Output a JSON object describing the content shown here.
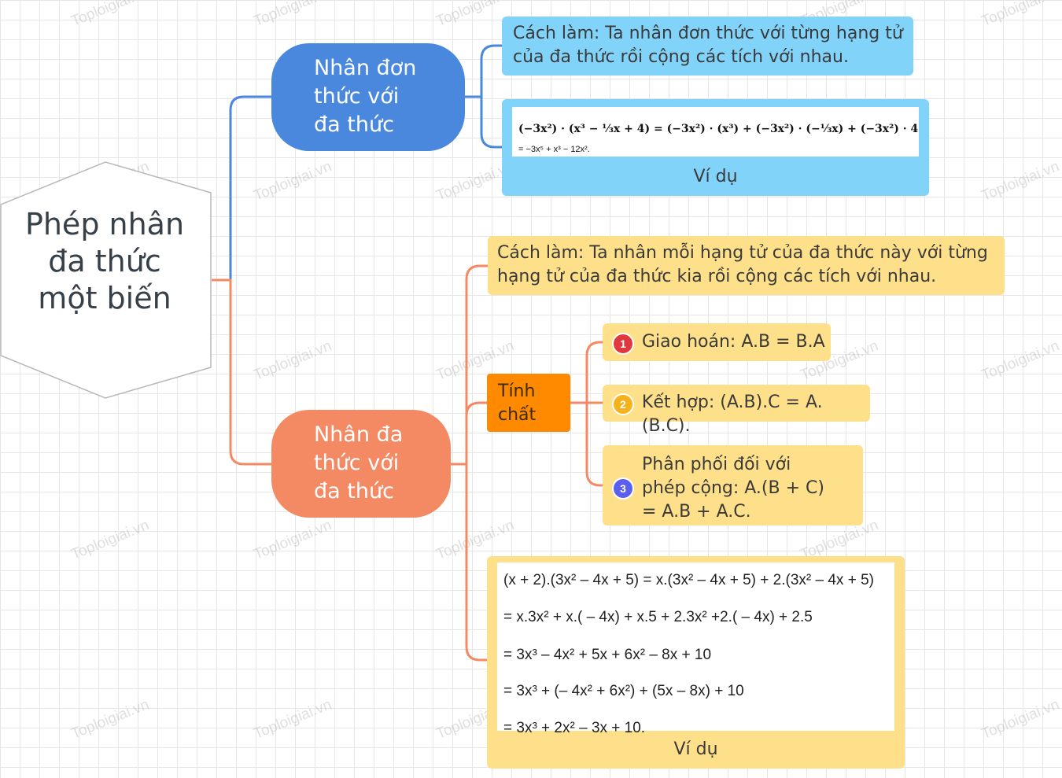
{
  "root": {
    "title": "Phép nhân đa thức một biến"
  },
  "branch1": {
    "title": "Nhân đơn thức với đa thức",
    "method": "Cách làm: Ta nhân đơn thức với từng hạng tử của đa thức rồi cộng các tích với nhau.",
    "example_line1": "(−3x²) · (x³ − ⅓x + 4) = (−3x²) · (x³) + (−3x²) · (−⅓x) + (−3x²) · 4",
    "example_line2": "= −3x⁵ + x³ − 12x².",
    "example_caption": "Ví dụ"
  },
  "branch2": {
    "title": "Nhân đa thức với đa thức",
    "method": "Cách làm: Ta nhân mỗi hạng tử của đa thức này với từng hạng tử của đa thức kia rồi cộng các tích với nhau.",
    "properties_label": "Tính chất",
    "properties": [
      {
        "num": "1",
        "text": "Giao hoán: A.B = B.A",
        "color": "#e0383c"
      },
      {
        "num": "2",
        "text": "Kết hợp: (A.B).C = A.(B.C).",
        "color": "#f5b21b"
      },
      {
        "num": "3",
        "text": "Phân phối đối với phép cộng: A.(B + C) = A.B + A.C.",
        "color": "#5a5ff0"
      }
    ],
    "example_lines": [
      "(x + 2).(3x² – 4x + 5) = x.(3x² – 4x + 5) + 2.(3x² – 4x + 5)",
      "= x.3x² + x.( – 4x) + x.5 + 2.3x² +2.( – 4x) + 2.5",
      "= 3x³ – 4x² + 5x + 6x² – 8x + 10",
      "= 3x³ + (– 4x² + 6x²) + (5x – 8x) + 10",
      "= 3x³ + 2x² – 3x + 10."
    ],
    "example_caption": "Ví dụ"
  },
  "watermark": "Toploigiai.vn",
  "colors": {
    "blue": "#4a88de",
    "salmon": "#f38a63",
    "light_blue": "#82d3fa",
    "yellow": "#ffe08a",
    "orange": "#ff8a00"
  }
}
